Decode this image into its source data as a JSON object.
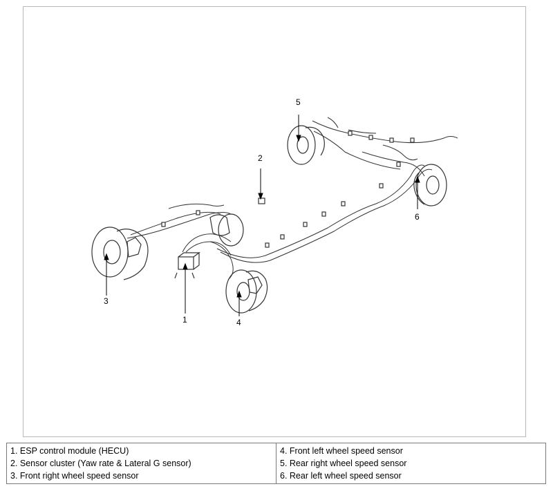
{
  "callouts": [
    "1",
    "2",
    "3",
    "4",
    "5",
    "6"
  ],
  "legend": {
    "left": [
      "1. ESP control module (HECU)",
      "2. Sensor cluster (Yaw rate & Lateral G sensor)",
      "3. Front right wheel speed sensor"
    ],
    "right": [
      "4. Front left wheel speed sensor",
      "5. Rear right wheel speed sensor",
      "6. Rear left wheel speed sensor"
    ]
  }
}
